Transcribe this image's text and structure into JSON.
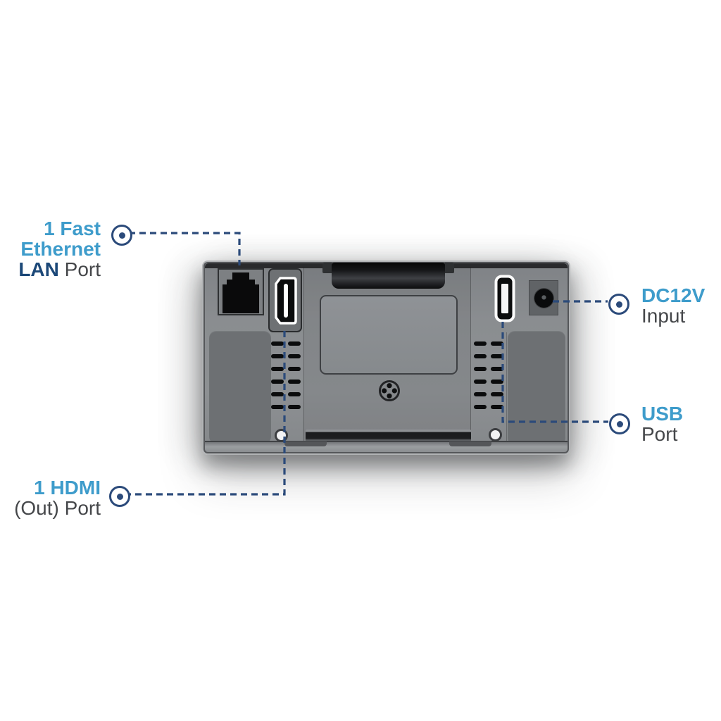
{
  "callouts": {
    "ethernet": {
      "accent1": "1 Fast",
      "accent2": "Ethernet",
      "strong": "LAN",
      "muted": "Port"
    },
    "hdmi": {
      "accent": "1 HDMI",
      "muted": "(Out) Port"
    },
    "dc12v": {
      "accent": "DC12V",
      "muted": "Input"
    },
    "usb": {
      "accent": "USB",
      "muted": "Port"
    }
  },
  "icons": {
    "ethernet": "rj45-ethernet-port-icon",
    "hdmi": "hdmi-connector-icon",
    "usb": "usb-type-a-port-icon",
    "dc": "dc-barrel-jack-icon",
    "screw": "screw-head-icon"
  },
  "colors": {
    "accent_blue": "#3E9CCB",
    "navy": "#1C4878",
    "muted_gray": "#45474A",
    "callout_line": "#2B4A7A",
    "device_body": "#87898D"
  },
  "vents": {
    "grids": 2,
    "slots_per_grid": 12
  }
}
